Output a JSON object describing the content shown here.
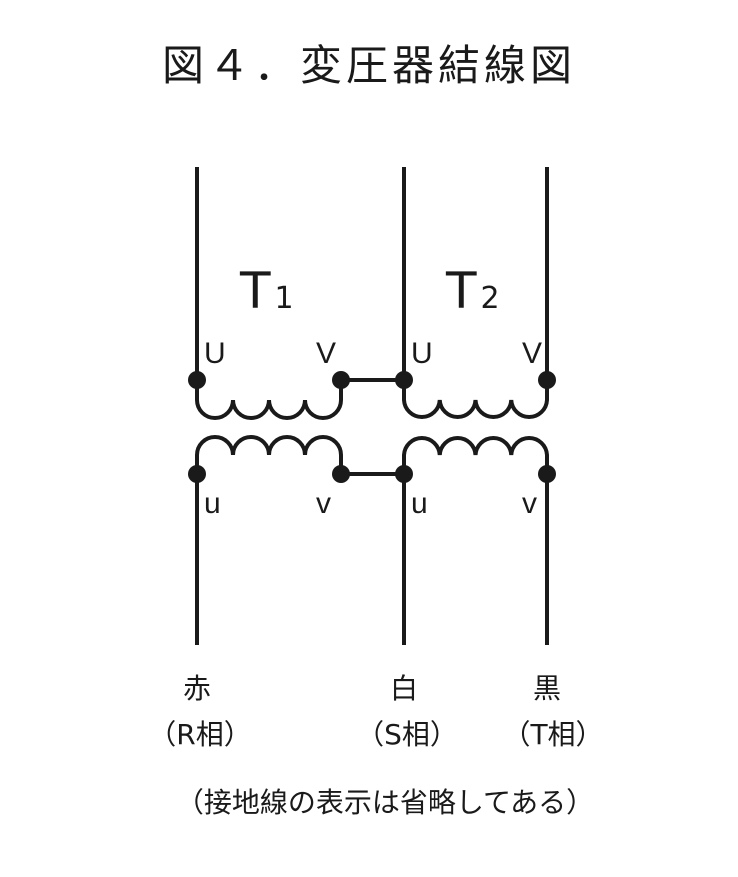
{
  "title": "図４．変圧器結線図",
  "transformers": [
    {
      "name": "T",
      "sub": "1",
      "primary": [
        "U",
        "V"
      ],
      "secondary": [
        "u",
        "v"
      ]
    },
    {
      "name": "T",
      "sub": "2",
      "primary": [
        "U",
        "V"
      ],
      "secondary": [
        "u",
        "v"
      ]
    }
  ],
  "phases": [
    {
      "color": "赤",
      "phase": "（R相）"
    },
    {
      "color": "白",
      "phase": "（S相）"
    },
    {
      "color": "黒",
      "phase": "（T相）"
    }
  ],
  "note": "（接地線の表示は省略してある）"
}
